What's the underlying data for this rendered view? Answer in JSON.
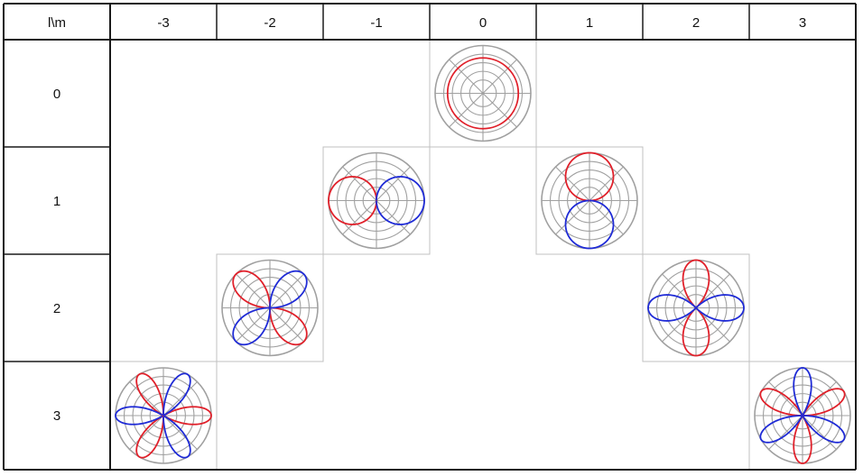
{
  "table": {
    "corner_label": "l\\m",
    "column_headers": [
      "-3",
      "-2",
      "-1",
      "0",
      "1",
      "2",
      "3"
    ],
    "row_headers": [
      "0",
      "1",
      "2",
      "3"
    ]
  },
  "colors": {
    "grid_line": "#1a1a1a",
    "polar_grid": "#a0a0a0",
    "cell_border": "#c0c0c0",
    "positive_lobe": "#e0202a",
    "negative_lobe": "#1f2bd6"
  },
  "plots": [
    {
      "l": 0,
      "m": 0,
      "type": "circle"
    },
    {
      "l": 1,
      "m": -1,
      "type": "horizontal-dipole"
    },
    {
      "l": 1,
      "m": 1,
      "type": "vertical-dipole"
    },
    {
      "l": 2,
      "m": -2,
      "type": "diagonal-clover"
    },
    {
      "l": 2,
      "m": 2,
      "type": "axial-clover"
    },
    {
      "l": 3,
      "m": -3,
      "type": "six-lobe"
    },
    {
      "l": 3,
      "m": 3,
      "type": "six-lobe-rotated"
    }
  ]
}
